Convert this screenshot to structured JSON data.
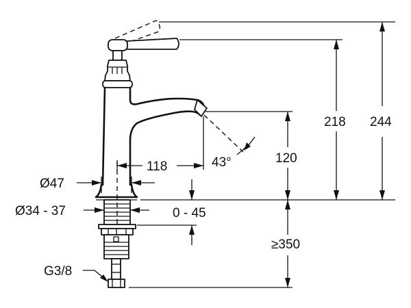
{
  "drawing": {
    "subject": "Single-lever basin faucet dimension drawing",
    "units": "mm",
    "line_color": "#111111",
    "background": "#ffffff"
  },
  "dimensions": {
    "total_height_lever_raised": "244",
    "height_to_lever": "218",
    "spout_height": "120",
    "spout_reach": "118",
    "spout_angle": "43°",
    "body_diameter": "Ø47",
    "hole_diameter": "Ø34 - 37",
    "deck_thickness": "0 - 45",
    "min_supply_length": "≥350",
    "connection_thread": "G3/8"
  }
}
